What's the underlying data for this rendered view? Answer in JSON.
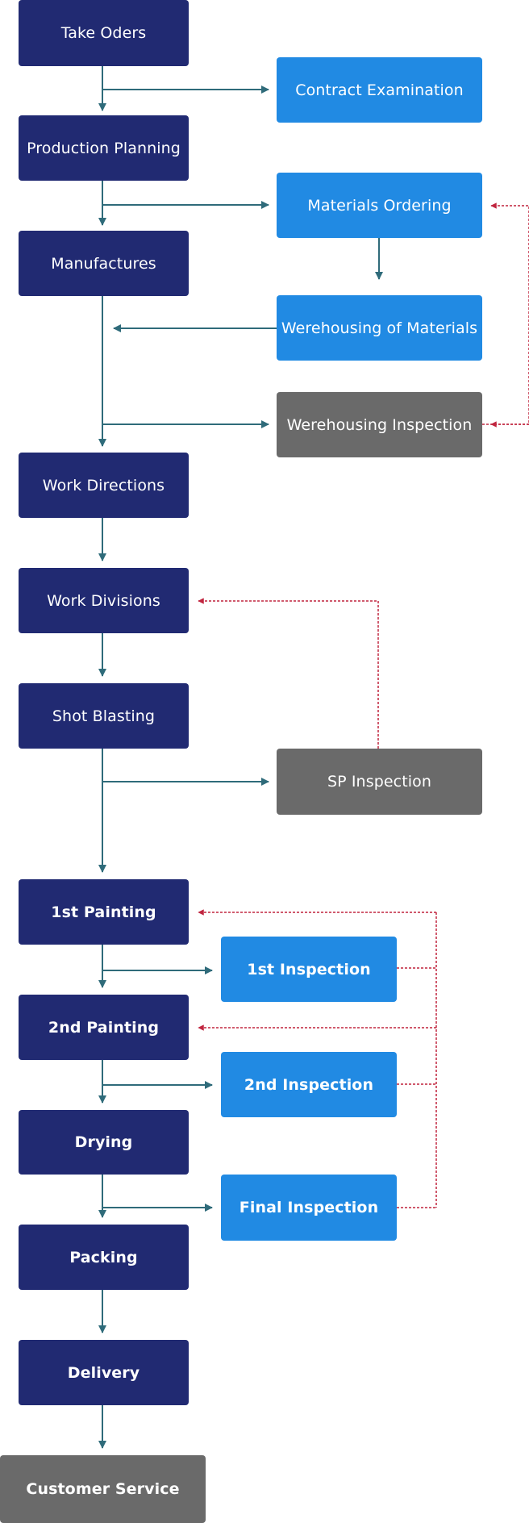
{
  "diagram": {
    "colors": {
      "main_step": "#212a72",
      "side_process": "#218ae3",
      "inspection_or_service": "#6a6a6a",
      "flow_line": "#2f6b7a",
      "feedback_line": "#c0253f"
    },
    "main_steps": {
      "take_orders": "Take Oders",
      "production_planning": "Production Planning",
      "manufactures": "Manufactures",
      "work_directions": "Work Directions",
      "work_divisions": "Work Divisions",
      "shot_blasting": "Shot Blasting",
      "first_painting": "1st Painting",
      "second_painting": "2nd Painting",
      "drying": "Drying",
      "packing": "Packing",
      "delivery": "Delivery",
      "customer_service": "Customer Service"
    },
    "side_steps": {
      "contract_examination": "Contract Examination",
      "materials_ordering": "Materials Ordering",
      "warehousing_of_materials": "Werehousing of Materials",
      "warehousing_inspection": "Werehousing Inspection",
      "sp_inspection": "SP Inspection",
      "first_inspection": "1st Inspection",
      "second_inspection": "2nd Inspection",
      "final_inspection": "Final Inspection"
    }
  }
}
